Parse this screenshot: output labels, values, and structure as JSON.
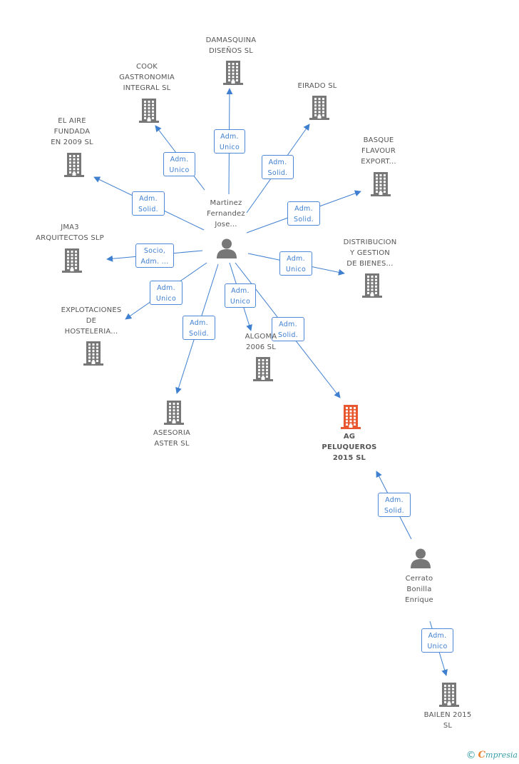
{
  "colors": {
    "accent": "#3f7fd0",
    "node": "#777777",
    "focus": "#e8572f",
    "label": "#555555",
    "brand": "#3aa0a8",
    "brand_e": "#e8822c"
  },
  "nodes": [
    {
      "id": "damasquina",
      "type": "company",
      "lines": [
        "DAMASQUINA",
        "DISEÑOS SL"
      ]
    },
    {
      "id": "cook",
      "type": "company",
      "lines": [
        "COOK",
        "GASTRONOMIA",
        "INTEGRAL  SL"
      ]
    },
    {
      "id": "eirado",
      "type": "company",
      "lines": [
        "EIRADO  SL"
      ]
    },
    {
      "id": "elaire",
      "type": "company",
      "lines": [
        "EL  AIRE",
        "FUNDADA",
        "EN 2009 SL"
      ]
    },
    {
      "id": "basque",
      "type": "company",
      "lines": [
        "BASQUE",
        "FLAVOUR",
        "EXPORT..."
      ]
    },
    {
      "id": "jma3",
      "type": "company",
      "lines": [
        "JMA3",
        "ARQUITECTOS SLP"
      ]
    },
    {
      "id": "distribucion",
      "type": "company",
      "lines": [
        "DISTRIBUCION",
        "Y GESTION",
        "DE BIENES..."
      ]
    },
    {
      "id": "explotaciones",
      "type": "company",
      "lines": [
        "EXPLOTACIONES",
        "DE",
        "HOSTELERIA..."
      ]
    },
    {
      "id": "algoma",
      "type": "company",
      "lines": [
        "ALGOMA",
        "2006 SL"
      ]
    },
    {
      "id": "asesoria",
      "type": "company",
      "lines": [
        "ASESORIA",
        "ASTER SL"
      ]
    },
    {
      "id": "ag",
      "type": "company",
      "focus": true,
      "lines": [
        "AG",
        "PELUQUEROS",
        "2015  SL"
      ]
    },
    {
      "id": "bailen",
      "type": "company",
      "lines": [
        "BAILEN 2015",
        "SL"
      ]
    },
    {
      "id": "martinez",
      "type": "person",
      "lines": [
        "Martinez",
        "Fernandez",
        "Jose..."
      ]
    },
    {
      "id": "cerrato",
      "type": "person",
      "lines": [
        "Cerrato",
        "Bonilla",
        "Enrique"
      ]
    }
  ],
  "edges": [
    {
      "id": "e-damasquina",
      "from": "martinez",
      "to": "damasquina",
      "lines": [
        "Adm.",
        "Unico"
      ]
    },
    {
      "id": "e-cook",
      "from": "martinez",
      "to": "cook",
      "lines": [
        "Adm.",
        "Unico"
      ]
    },
    {
      "id": "e-eirado",
      "from": "martinez",
      "to": "eirado",
      "lines": [
        "Adm.",
        "Solid."
      ]
    },
    {
      "id": "e-elaire",
      "from": "martinez",
      "to": "elaire",
      "lines": [
        "Adm.",
        "Solid."
      ]
    },
    {
      "id": "e-basque",
      "from": "martinez",
      "to": "basque",
      "lines": [
        "Adm.",
        "Solid."
      ]
    },
    {
      "id": "e-jma3",
      "from": "martinez",
      "to": "jma3",
      "lines": [
        "Socio,",
        "Adm. ..."
      ]
    },
    {
      "id": "e-distribucion",
      "from": "martinez",
      "to": "distribucion",
      "lines": [
        "Adm.",
        "Unico"
      ]
    },
    {
      "id": "e-explotaciones",
      "from": "martinez",
      "to": "explotaciones",
      "lines": [
        "Adm.",
        "Unico"
      ]
    },
    {
      "id": "e-algoma",
      "from": "martinez",
      "to": "algoma",
      "lines": [
        "Adm.",
        "Unico"
      ]
    },
    {
      "id": "e-asesoria",
      "from": "martinez",
      "to": "asesoria",
      "lines": [
        "Adm.",
        "Solid."
      ]
    },
    {
      "id": "e-ag",
      "from": "martinez",
      "to": "ag",
      "lines": [
        "Adm.",
        "Solid."
      ]
    },
    {
      "id": "e-cerrato-ag",
      "from": "cerrato",
      "to": "ag",
      "lines": [
        "Adm.",
        "Solid."
      ]
    },
    {
      "id": "e-cerrato-bailen",
      "from": "cerrato",
      "to": "bailen",
      "lines": [
        "Adm.",
        "Unico"
      ]
    }
  ],
  "footer": {
    "copyright": "©",
    "brand_initial": "C",
    "brand_rest": "mpresia"
  }
}
